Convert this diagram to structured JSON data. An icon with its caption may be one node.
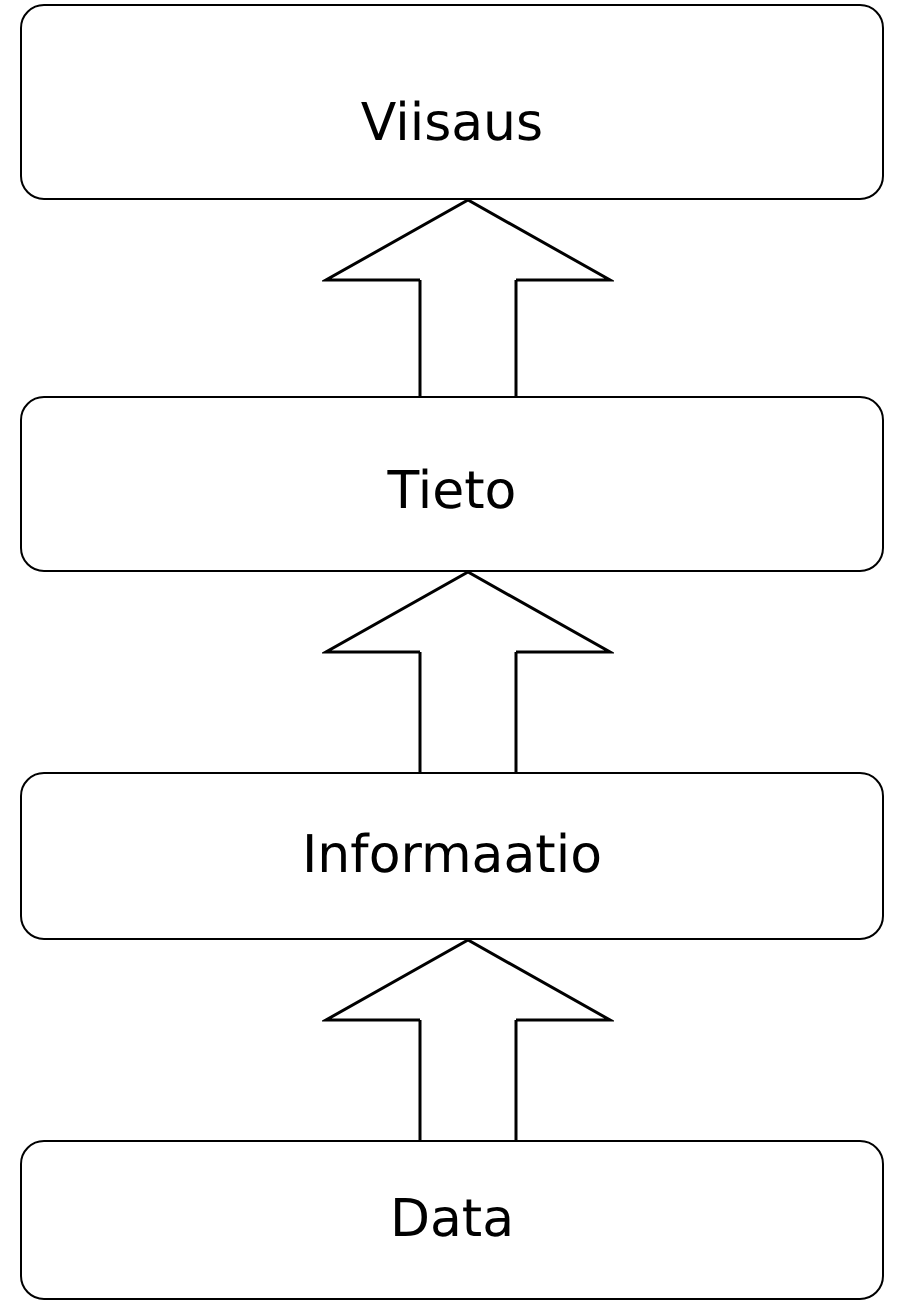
{
  "diagram": {
    "nodes": [
      {
        "text": [
          "Viisaus"
        ]
      },
      {
        "text": [
          "Tieto"
        ]
      },
      {
        "text": [
          "Informaatio"
        ]
      },
      {
        "text": [
          "Data"
        ]
      }
    ],
    "edges": [
      {
        "from": 3,
        "to": 2,
        "arrow": "to"
      },
      {
        "from": 2,
        "to": 1,
        "arrow": "to"
      },
      {
        "from": 1,
        "to": 0,
        "arrow": "to"
      }
    ]
  }
}
